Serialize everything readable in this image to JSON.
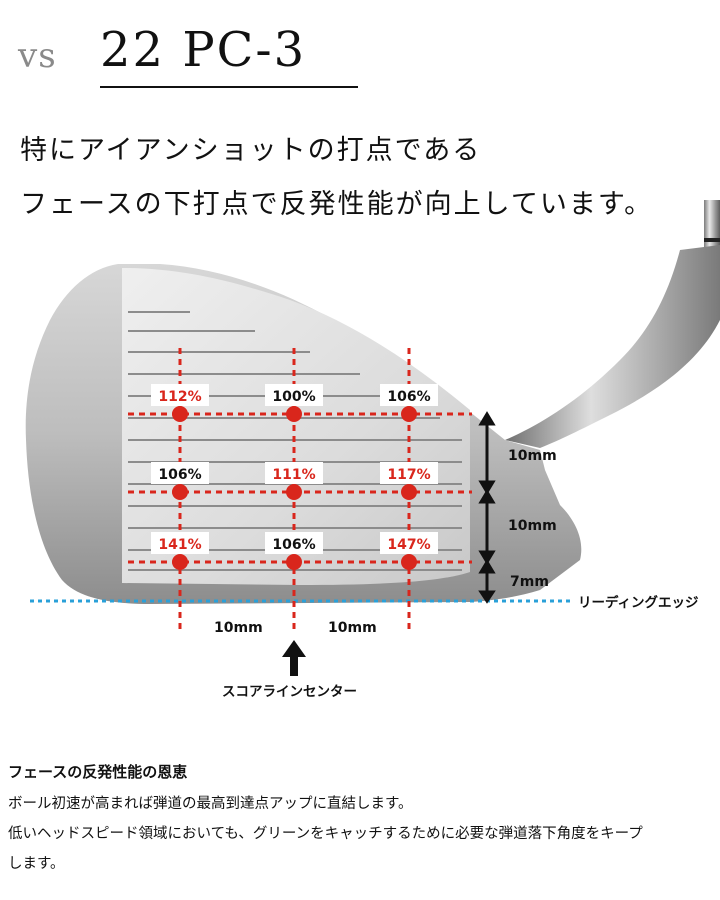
{
  "header": {
    "vs": "vs",
    "model": "22 PC-3"
  },
  "headline": {
    "line1": "特にアイアンショットの打点である",
    "line2": "フェースの下打点で反発性能が向上しています。"
  },
  "diagram": {
    "rows": [
      [
        "112%",
        "100%",
        "106%"
      ],
      [
        "106%",
        "111%",
        "117%"
      ],
      [
        "141%",
        "106%",
        "147%"
      ]
    ],
    "highlight": [
      [
        true,
        false,
        false
      ],
      [
        false,
        true,
        true
      ],
      [
        true,
        false,
        true
      ]
    ],
    "vertical_spacing": [
      "10mm",
      "10mm",
      "7mm"
    ],
    "horizontal_spacing": [
      "10mm",
      "10mm"
    ],
    "leading_edge_label": "リーディングエッジ",
    "score_line_center_label": "スコアラインセンター",
    "colors": {
      "accent": "#d9261c",
      "leading_edge": "#2aa0d8",
      "text": "#111111"
    }
  },
  "benefit": {
    "title": "フェースの反発性能の恩恵",
    "line1": "ボール初速が高まれば弾道の最高到達点アップに直結します。",
    "line2": "低いヘッドスピード領域においても、グリーンをキャッチするために必要な弾道落下角度をキープ",
    "line3": "します。"
  }
}
